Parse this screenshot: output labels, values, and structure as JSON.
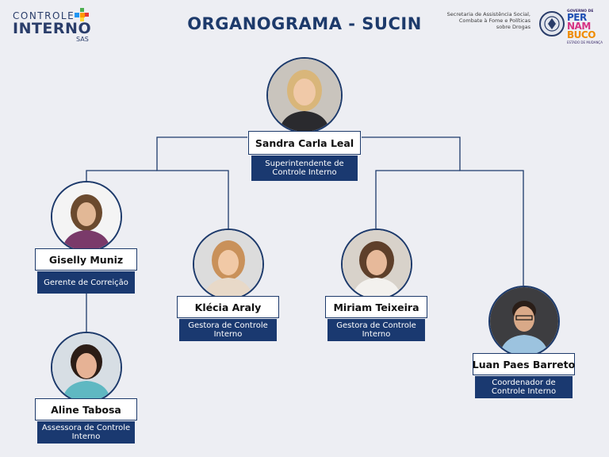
{
  "title": "ORGANOGRAMA - SUCIN",
  "logo_left": {
    "line1": "CONTROLE",
    "line2": "INTERNO",
    "line3": "SAS"
  },
  "logo_right": {
    "secretaria": "Secretaria de Assistência Social, Combate à Fome e Políticas sobre Drogas",
    "gov_top": "GOVERNO DE",
    "gov_l1": "PER",
    "gov_l2": "NAM",
    "gov_l3": "BUCO",
    "gov_bottom": "ESTADO DE MUDANÇA"
  },
  "colors": {
    "navy": "#1a3970",
    "title": "#1d3a6b",
    "background": "#edeef3",
    "line": "#1d3a6b"
  },
  "people": [
    {
      "id": "sandra",
      "name": "Sandra Carla Leal",
      "role": "Superintendente de Controle Interno",
      "icon": "person-photo-icon"
    },
    {
      "id": "giselly",
      "name": "Giselly Muniz",
      "role": "Gerente de Correição",
      "icon": "person-photo-icon"
    },
    {
      "id": "klecia",
      "name": "Klécia Araly",
      "role": "Gestora de Controle Interno",
      "icon": "person-photo-icon"
    },
    {
      "id": "miriam",
      "name": "Miriam Teixeira",
      "role": "Gestora de Controle Interno",
      "icon": "person-photo-icon"
    },
    {
      "id": "luan",
      "name": "Luan Paes Barreto",
      "role": "Coordenador de Controle Interno",
      "icon": "person-photo-icon"
    },
    {
      "id": "aline",
      "name": "Aline Tabosa",
      "role": "Assessora de Controle Interno",
      "icon": "person-photo-icon"
    }
  ]
}
